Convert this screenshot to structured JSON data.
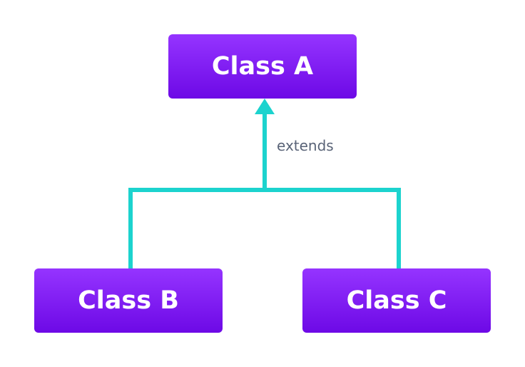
{
  "colors": {
    "node_top": "#9534ff",
    "node_bottom": "#6d09e6",
    "connector": "#1cd3ce",
    "label_text": "#5a6478"
  },
  "nodes": {
    "class_a": {
      "label": "Class A"
    },
    "class_b": {
      "label": "Class B"
    },
    "class_c": {
      "label": "Class C"
    }
  },
  "edge": {
    "label": "extends"
  }
}
